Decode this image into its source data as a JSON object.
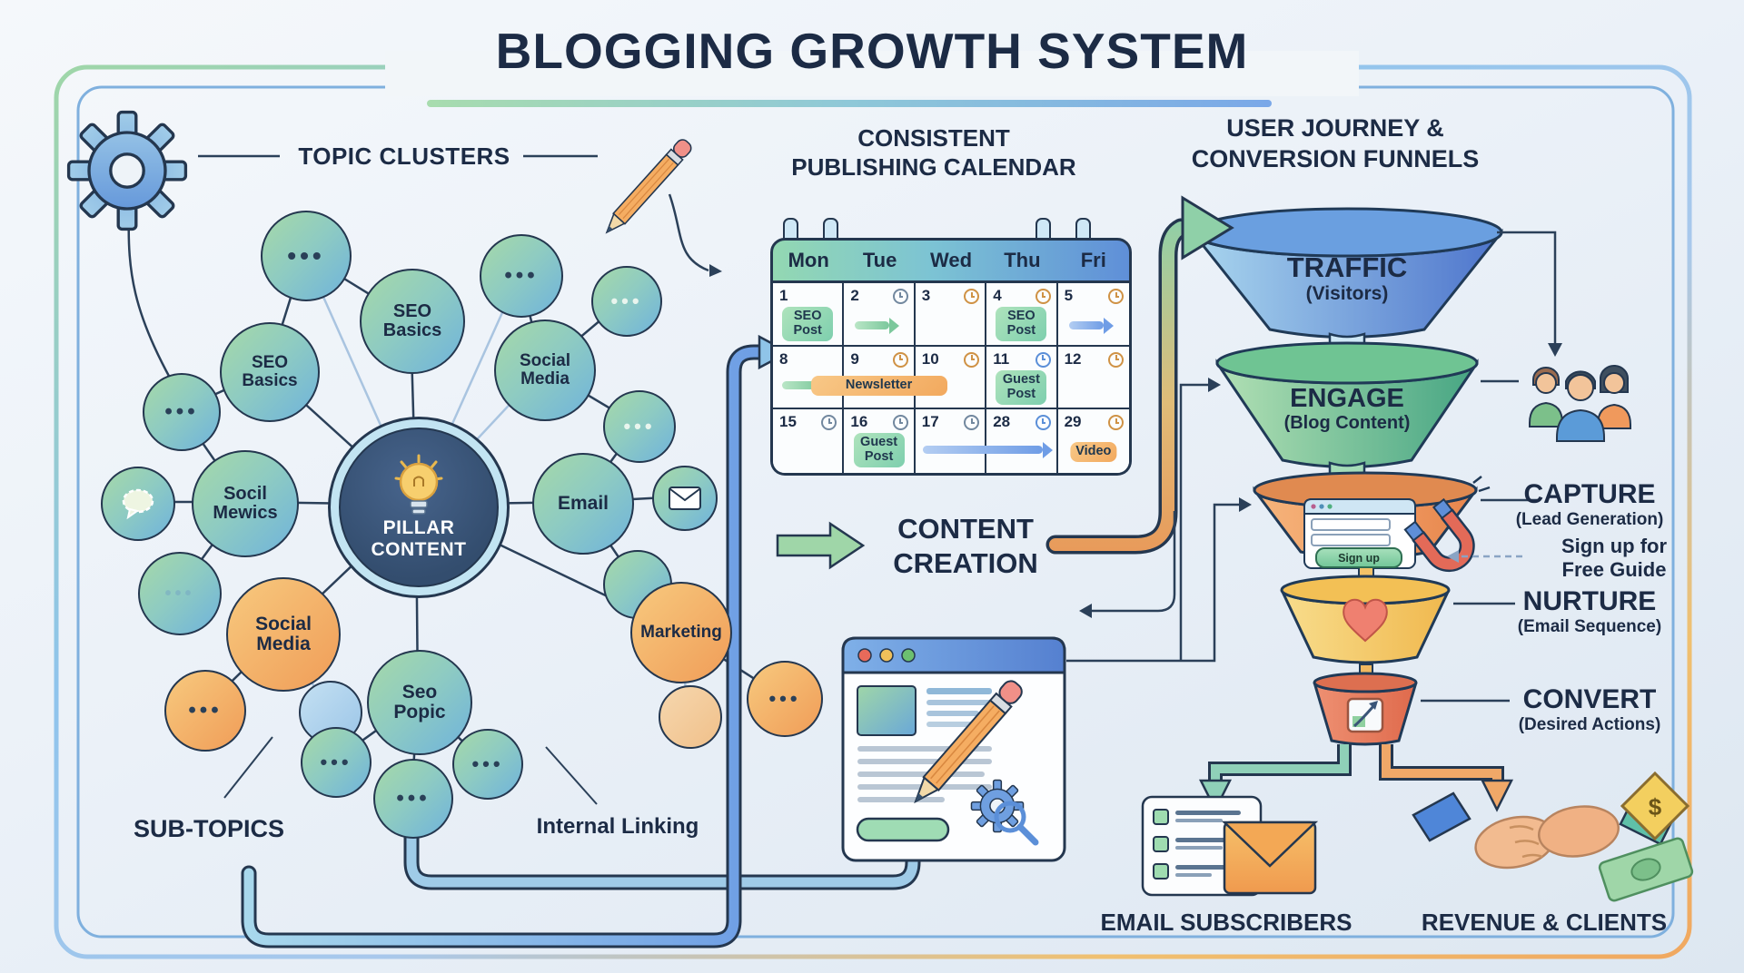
{
  "title": "BLOGGING GROWTH SYSTEM",
  "colors": {
    "navy_text": "#1c2b45",
    "outline": "#24374f",
    "node_green_blue": "#8ecbc2",
    "node_orange": "#f09d58",
    "funnel_traffic_blue": "#5d86d4",
    "funnel_engage_green": "#6fc493",
    "funnel_capture_orange": "#ef9d5e",
    "funnel_nurture_yellow": "#f5cd6b",
    "funnel_convert_red": "#e77a5c",
    "frame_green": "#9fd6a8",
    "frame_blue": "#8fc4ec",
    "frame_orange": "#f0a860"
  },
  "topic_clusters": {
    "heading": "TOPIC CLUSTERS",
    "pillar": "PILLAR CONTENT",
    "dots": "•••",
    "nodes": {
      "seo_basics_top": "SEO Basics",
      "seo_basics_left": "SEO Basics",
      "social_media_top": "Social Media",
      "socil_mewics": "Socil Mewics",
      "email": "Email",
      "social_media_orange": "Social Media",
      "seo_popic": "Seo Popic",
      "marketing": "Marketing"
    },
    "sub_topics_label": "SUB-TOPICS",
    "internal_linking_label": "Internal Linking"
  },
  "calendar": {
    "heading_line1": "CONSISTENT",
    "heading_line2": "PUBLISHING CALENDAR",
    "days": [
      "Mon",
      "Tue",
      "Wed",
      "Thu",
      "Fri"
    ],
    "rows": [
      [
        {
          "day": "1",
          "chip": "SEO Post",
          "chip_color": "green"
        },
        {
          "day": "2",
          "clock": "gray",
          "arrow": "green"
        },
        {
          "day": "3",
          "clock": "orange"
        },
        {
          "day": "4",
          "clock": "orange",
          "chip": "SEO Post",
          "chip_color": "green"
        },
        {
          "day": "5",
          "clock": "orange",
          "arrow": "blue"
        }
      ],
      [
        {
          "day": "8",
          "arrow": "green"
        },
        {
          "day": "9",
          "clock": "orange",
          "chip": "Newsletter",
          "chip_color": "orange",
          "wide": true
        },
        {
          "day": "10",
          "clock": "orange"
        },
        {
          "day": "11",
          "clock": "blue",
          "chip": "Guest Post",
          "chip_color": "green"
        },
        {
          "day": "12",
          "clock": "orange"
        }
      ],
      [
        {
          "day": "15",
          "clock": "gray"
        },
        {
          "day": "16",
          "clock": "gray",
          "chip": "Guest Post",
          "chip_color": "green"
        },
        {
          "day": "17",
          "clock": "gray",
          "arrow": "blue-long"
        },
        {
          "day": "28",
          "clock": "blue"
        },
        {
          "day": "29",
          "clock": "orange",
          "chip": "Video",
          "chip_color": "orange"
        }
      ]
    ]
  },
  "content_creation": {
    "line1": "CONTENT",
    "line2": "CREATION"
  },
  "funnel": {
    "heading_line1": "USER JOURNEY &",
    "heading_line2": "CONVERSION FUNNELS",
    "stages": [
      {
        "title": "TRAFFIC",
        "subtitle": "(Visitors)"
      },
      {
        "title": "ENGAGE",
        "subtitle": "(Blog Content)"
      },
      {
        "title": "CAPTURE",
        "subtitle": "(Lead Generation)"
      },
      {
        "title": "NURTURE",
        "subtitle": "(Email Sequence)"
      },
      {
        "title": "CONVERT",
        "subtitle": "(Desired Actions)"
      }
    ],
    "signup_button": "Sign up",
    "signup_note_line1": "Sign up for",
    "signup_note_line2": "Free Guide"
  },
  "outcomes": {
    "email": "EMAIL SUBSCRIBERS",
    "revenue": "REVENUE & CLIENTS"
  }
}
